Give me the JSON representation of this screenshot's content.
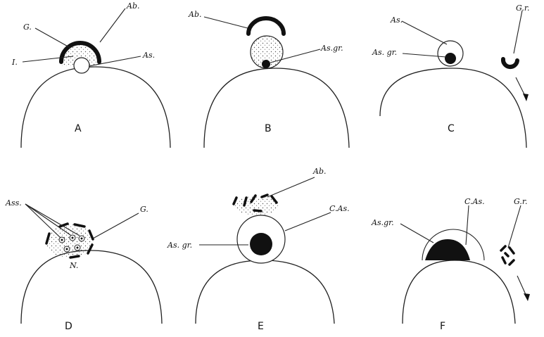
{
  "figure": {
    "panels": [
      {
        "letter": "A",
        "labels": [
          "G.",
          "Ab.",
          "I.",
          "As."
        ]
      },
      {
        "letter": "B",
        "labels": [
          "Ab.",
          "As.gr."
        ]
      },
      {
        "letter": "C",
        "labels": [
          "As.",
          "As. gr.",
          "G.r."
        ]
      },
      {
        "letter": "D",
        "labels": [
          "Ass.",
          "G.",
          "N."
        ]
      },
      {
        "letter": "E",
        "labels": [
          "Ab.",
          "C.As.",
          "As. gr."
        ]
      },
      {
        "letter": "F",
        "labels": [
          "As.gr.",
          "C.As.",
          "G.r."
        ]
      }
    ]
  }
}
